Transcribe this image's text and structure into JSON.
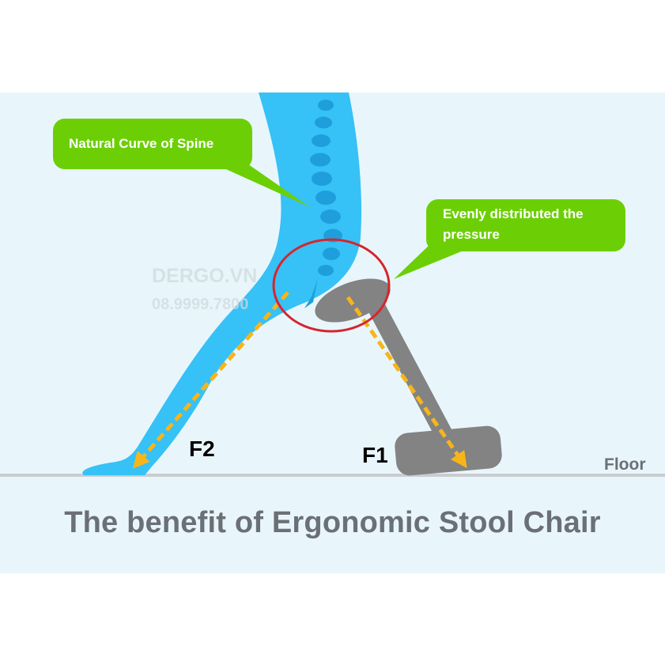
{
  "callouts": {
    "spine": "Natural Curve of Spine",
    "pressure_line1": "Evenly distributed the",
    "pressure_line2": "pressure"
  },
  "forces": {
    "f1": "F1",
    "f2": "F2"
  },
  "floor_label": "Floor",
  "watermark": {
    "line1": "DERGO.VN",
    "line2": "08.9999.7800"
  },
  "caption": "The benefit of Ergonomic Stool Chair",
  "colors": {
    "panel": "#e8f6fb",
    "body": "#36c1f7",
    "vertebra": "#1e9fdb",
    "callout": "#6ccf06",
    "chair": "#838383",
    "force_arrow": "#f7b51a",
    "focus_ring": "#d6252e",
    "floor_line": "#c9cdd1",
    "caption_text": "#6b6f77"
  }
}
